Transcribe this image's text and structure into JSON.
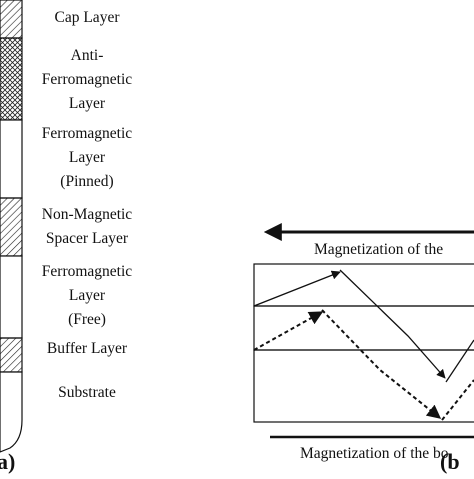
{
  "panel_a": {
    "tag": "a)",
    "layers": [
      {
        "name": "cap",
        "lines": [
          "Cap Layer"
        ],
        "fill": "hatch"
      },
      {
        "name": "antiferromagnetic",
        "lines": [
          "Anti-",
          "Ferromagnetic",
          "Layer"
        ],
        "fill": "crosshatch"
      },
      {
        "name": "ferromagnetic-pinned",
        "lines": [
          "Ferromagnetic",
          "Layer",
          "(Pinned)"
        ],
        "fill": "none"
      },
      {
        "name": "spacer",
        "lines": [
          "Non-Magnetic",
          "Spacer Layer"
        ],
        "fill": "hatch"
      },
      {
        "name": "ferromagnetic-free",
        "lines": [
          "Ferromagnetic",
          "Layer",
          "(Free)"
        ],
        "fill": "none"
      },
      {
        "name": "buffer",
        "lines": [
          "Buffer Layer"
        ],
        "fill": "hatch"
      },
      {
        "name": "substrate",
        "lines": [
          "Substrate"
        ],
        "fill": "none"
      }
    ]
  },
  "panel_b": {
    "tag": "(b",
    "top_caption": "Magnetization of the",
    "bottom_caption": "Magnetization of the bo"
  },
  "colors": {
    "line": "#111111",
    "background": "#ffffff"
  }
}
